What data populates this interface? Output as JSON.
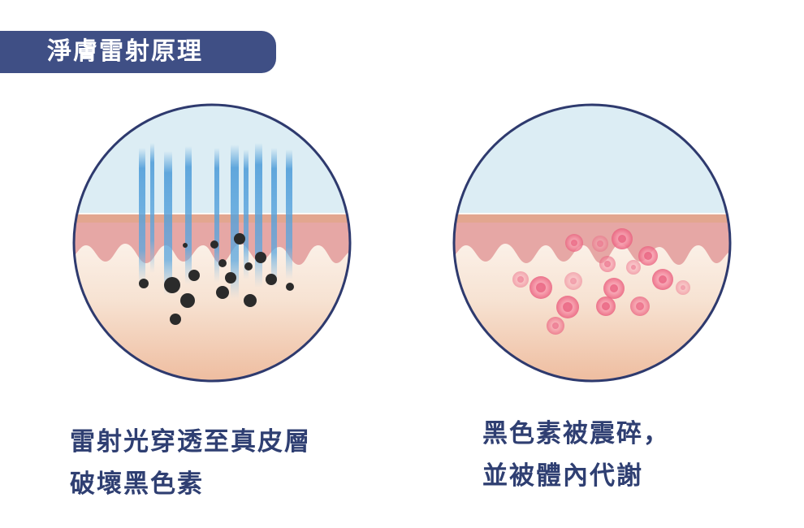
{
  "header": {
    "title": "淨膚雷射原理"
  },
  "panels": [
    {
      "id": "laser",
      "caption_lines": [
        "雷射光穿透至真皮層",
        "破壞黑色素"
      ]
    },
    {
      "id": "result",
      "caption_lines": [
        "黑色素被震碎，",
        "並被體內代謝"
      ]
    }
  ],
  "colors": {
    "title_bg": "#3f4f85",
    "text": "#2f3f72",
    "circle_border": "#2e3a6e",
    "sky": "#dcedf4",
    "epidermis": "#e6a7a5",
    "dermis_top": "#fbf3ec",
    "dermis_bottom": "#efc3a8",
    "laser_beam": "#4a9ad8",
    "pigment": "#2b2b2b",
    "fragment": "#e9607e"
  },
  "icons": {
    "laser": "laser-beam-icon",
    "pigment": "melanin-particle-icon",
    "fragment": "melanin-fragment-icon"
  }
}
